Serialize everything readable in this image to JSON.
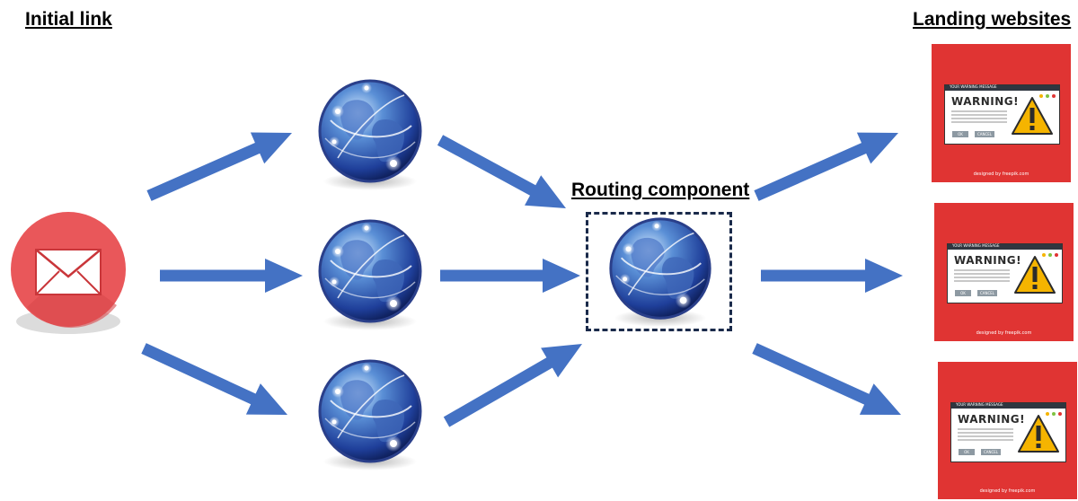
{
  "headings": {
    "initial_link": "Initial link",
    "routing_component": "Routing component",
    "landing_websites": "Landing websites"
  },
  "landing_sites": [
    {
      "window_title": "YOUR WARNING MESSAGE",
      "warning": "WARNING!",
      "ok": "OK",
      "cancel": "CANCEL",
      "credit": "designed by freepik.com"
    },
    {
      "window_title": "YOUR WARNING MESSAGE",
      "warning": "WARNING!",
      "ok": "OK",
      "cancel": "CANCEL",
      "credit": "designed by freepik.com"
    },
    {
      "window_title": "YOUR WARNING MESSAGE",
      "warning": "WARNING!",
      "ok": "OK",
      "cancel": "CANCEL",
      "credit": "designed by freepik.com"
    }
  ],
  "colors": {
    "arrow": "#4472c4",
    "email_bg": "#e9575a",
    "site_bg": "#e03433",
    "router_border": "#1a2a4a",
    "warning_yellow": "#f5b400"
  },
  "icons": {
    "email": "envelope-icon",
    "server": "globe-icon",
    "warning": "warning-triangle-icon"
  }
}
